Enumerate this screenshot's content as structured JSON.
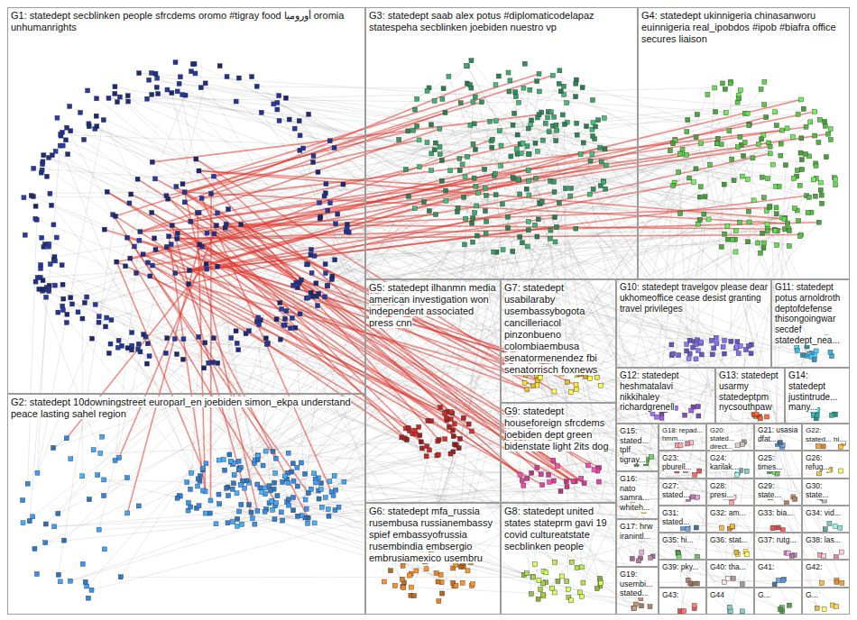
{
  "diagram": {
    "nodes": [
      {
        "text": [
          "G1: statedept secblinken people sfrcdems oromo #tigray food أوروميا oromia unhumanrights"
        ]
      },
      {
        "text": [
          "G2: statedept 10downingstreet europarl_en joebiden simon_ekpa understand peace lasting sahel region"
        ]
      },
      {
        "text": [
          "G3: statedept saab alex potus #diplomaticodelapaz statespeha secblinken joebiden nuestro vp"
        ]
      },
      {
        "text": [
          "G4: statedept ukinnigeria chinasanworu euinnigeria real_ipobdos #ipob #biafra office secures liaison"
        ]
      },
      {
        "text": [
          "G5: statedept ilhanmn media american investigation won independent associated press cnn"
        ]
      },
      {
        "text": [
          "G6: statedept mfa_russia rusembusa russianembassy spief embassyofrussia rusembindia embsergio embrusiamexico usembru"
        ]
      },
      {
        "text": [
          "G7: statedept usabilaraby usembassybogota cancilleriacol pinzonbueno colombiaembusa senatormenendez fbi senatorrisch foxnews"
        ]
      },
      {
        "text": [
          "G8: statedept united states stateprm gavi 19 covid cultureatstate secblinken people"
        ]
      },
      {
        "text": [
          "G9: statedept houseforeign sfrcdems joebiden dept green bidenstate light 2its dog"
        ]
      },
      {
        "text": [
          "G10: statedept travelgov please dear ukhomeoffice cease desist granting travel privileges"
        ]
      },
      {
        "text": [
          "G11: statedept potus arnoldroth deptofdefense thisongoingwar secdef statedept_nea..."
        ]
      },
      {
        "text": [
          "G12: statedept heshmatalavi nikkihaley richardgrenell"
        ]
      },
      {
        "text": [
          "G13: statedept usarmy statedeptpm nycsouthpaw"
        ]
      },
      {
        "text": [
          "G14: statedept justintrude... many..."
        ]
      },
      {
        "text": [
          "G15: stated... tplf tigray..."
        ]
      },
      {
        "text": [
          "G16: nato samra... whiteh..."
        ]
      },
      {
        "text": [
          "G17: hrw iranintl..."
        ]
      },
      {
        "text": [
          "G18: repad... hmm..."
        ]
      },
      {
        "text": [
          "G19: usembi... stated..."
        ]
      },
      {
        "text": [
          "G20: stated... direct..."
        ]
      },
      {
        "text": [
          "G21: usasia dfat..."
        ]
      },
      {
        "text": [
          "G22: stated... hi..."
        ]
      },
      {
        "text": [
          "G23: pburell..."
        ]
      },
      {
        "text": [
          "G24: karilak..."
        ]
      },
      {
        "text": [
          "G25: times..."
        ]
      },
      {
        "text": [
          "G26: refug..."
        ]
      },
      {
        "text": [
          "G27: stated..."
        ]
      },
      {
        "text": [
          "G28: presi..."
        ]
      },
      {
        "text": [
          "G29: state..."
        ]
      },
      {
        "text": [
          "G30: state..."
        ]
      },
      {
        "text": [
          "G31: stated..."
        ]
      },
      {
        "text": [
          "G32: am..."
        ]
      },
      {
        "text": [
          "G33: bia..."
        ]
      },
      {
        "text": [
          "G34: vid..."
        ]
      },
      {
        "text": [
          "G35: hi..."
        ]
      },
      {
        "text": [
          "G36: stat..."
        ]
      },
      {
        "text": [
          "G37: rutg..."
        ]
      },
      {
        "text": [
          "G38: las..."
        ]
      },
      {
        "text": [
          "G39: pky..."
        ]
      },
      {
        "text": [
          "G40: tha..."
        ]
      },
      {
        "text": [
          "G41:"
        ]
      },
      {
        "text": [
          "G42:"
        ]
      },
      {
        "text": [
          "G43:"
        ]
      },
      {
        "text": [
          "G44"
        ]
      },
      {
        "text": [
          "G..."
        ]
      },
      {
        "text": [
          "G..."
        ]
      }
    ]
  }
}
